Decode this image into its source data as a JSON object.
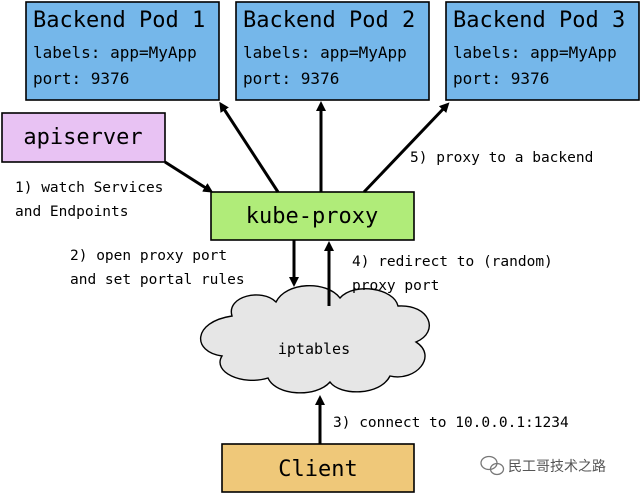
{
  "colors": {
    "pod_fill": "#75b7ea",
    "apiserver_fill": "#e8c2f3",
    "kube_proxy_fill": "#b0ec79",
    "client_fill": "#efc879",
    "cloud_fill": "#e6e6e6",
    "stroke": "#000000",
    "watermark": "#555555"
  },
  "pods": [
    {
      "title": "Backend Pod 1",
      "labels": "labels: app=MyApp",
      "port": "port: 9376"
    },
    {
      "title": "Backend Pod 2",
      "labels": "labels: app=MyApp",
      "port": "port: 9376"
    },
    {
      "title": "Backend Pod 3",
      "labels": "labels: app=MyApp",
      "port": "port: 9376"
    }
  ],
  "apiserver": {
    "label": "apiserver"
  },
  "kube_proxy": {
    "label": "kube-proxy"
  },
  "iptables": {
    "label": "iptables"
  },
  "client": {
    "label": "Client"
  },
  "steps": {
    "step1_line1": "1) watch Services",
    "step1_line2": "and Endpoints",
    "step2_line1": "2) open proxy port",
    "step2_line2": "and set portal rules",
    "step3": "3) connect to 10.0.0.1:1234",
    "step4_line1": "4) redirect to (random)",
    "step4_line2": "proxy port",
    "step5": "5) proxy to a backend"
  },
  "watermark": {
    "icon": "wechat-icon",
    "text": "民工哥技术之路"
  }
}
